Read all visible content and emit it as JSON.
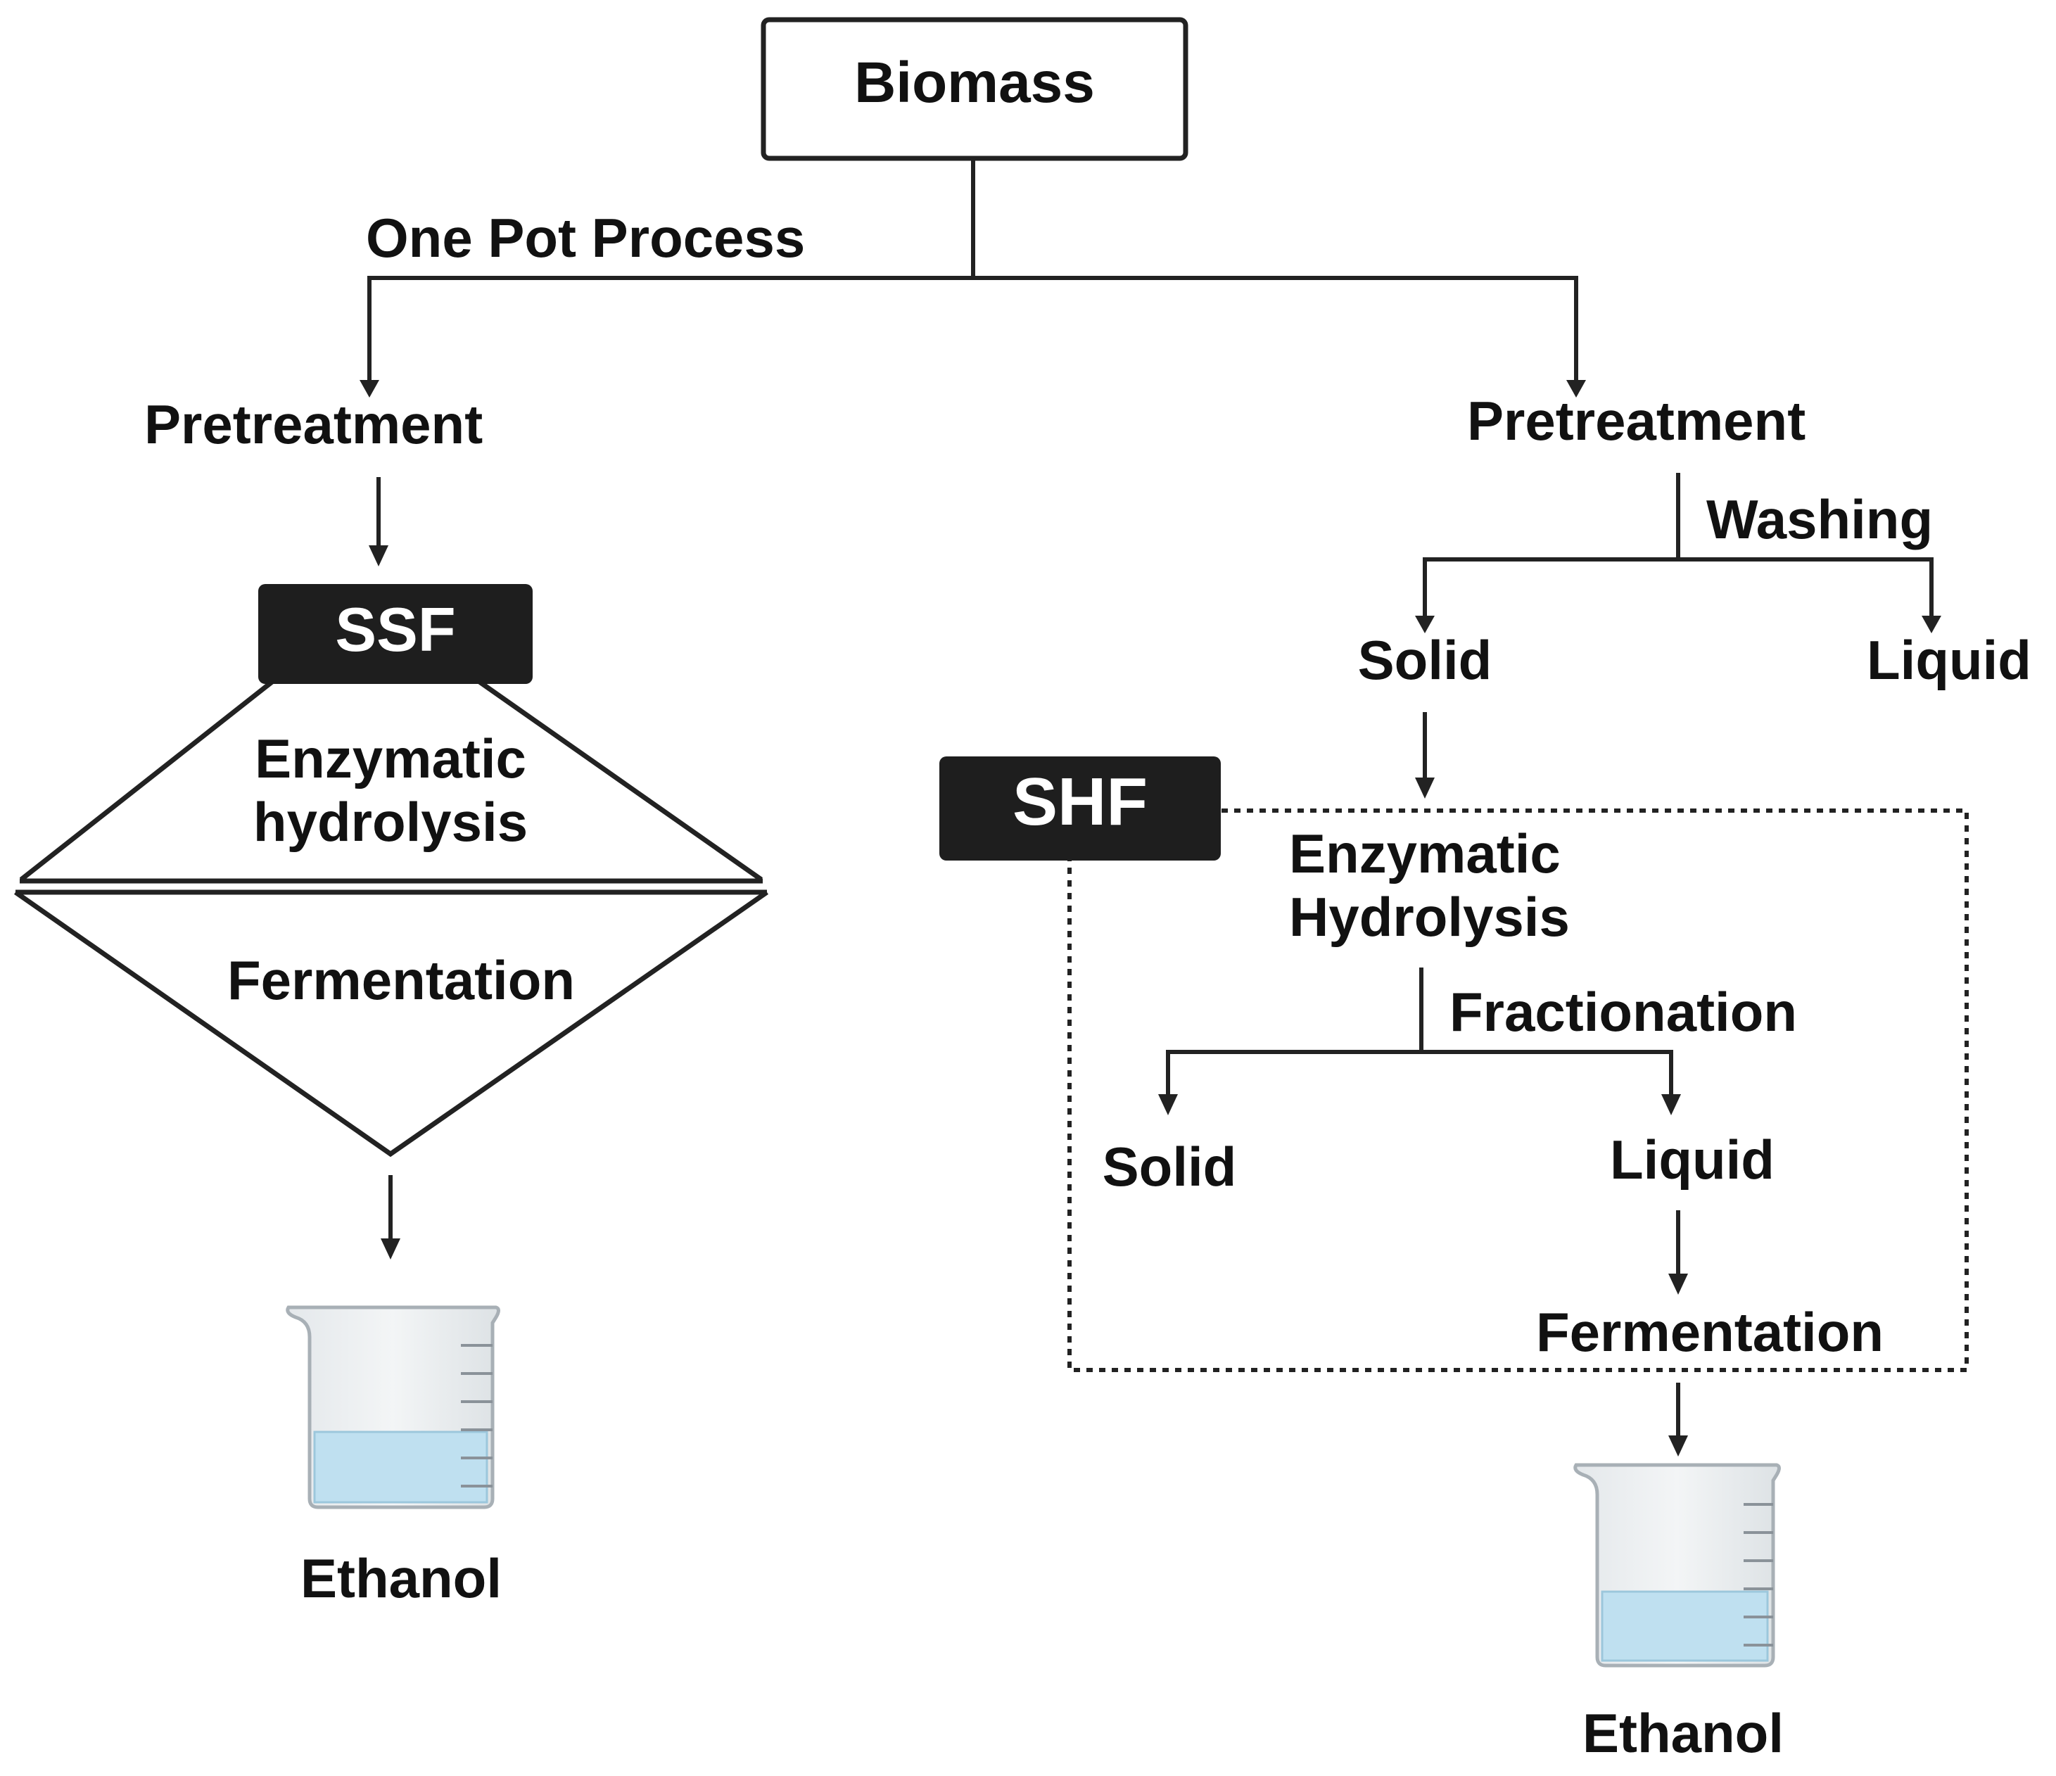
{
  "top": {
    "biomass": "Biomass",
    "one_pot": "One Pot Process"
  },
  "left": {
    "pretreatment": "Pretreatment",
    "badge": "SSF",
    "hydrolysis_line1": "Enzymatic",
    "hydrolysis_line2": "hydrolysis",
    "fermentation": "Fermentation",
    "product": "Ethanol"
  },
  "right": {
    "pretreatment": "Pretreatment",
    "washing": "Washing",
    "solid": "Solid",
    "liquid": "Liquid",
    "badge": "SHF",
    "hydrolysis_line1": "Enzymatic",
    "hydrolysis_line2": "Hydrolysis",
    "fractionation": "Fractionation",
    "solid2": "Solid",
    "liquid2": "Liquid",
    "fermentation": "Fermentation",
    "product": "Ethanol"
  },
  "colors": {
    "beaker_liquid": "#bfe0f0",
    "beaker_glass": "#eef1f3",
    "badge_bg": "#1e1e1e"
  }
}
